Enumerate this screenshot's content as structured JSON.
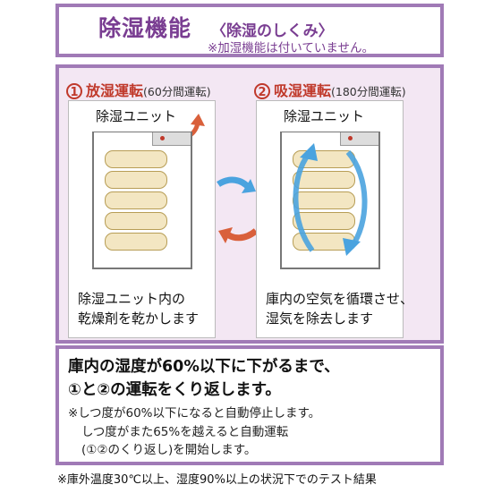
{
  "header": {
    "title": "除湿機能",
    "subtitle": "〈除湿のしくみ〉",
    "note": "※加湿機能は付いていません。"
  },
  "modes": [
    {
      "number": "1",
      "name": "放湿運転",
      "duration": "(60分間運転)",
      "unit_label": "除湿ユニット",
      "description": [
        "除湿ユニット内の",
        "乾燥剤を乾かします"
      ]
    },
    {
      "number": "2",
      "name": "吸湿運転",
      "duration": "(180分間運転)",
      "unit_label": "除湿ユニット",
      "description": [
        "庫内の空気を循環させ、",
        "湿気を除去します"
      ]
    }
  ],
  "summary": {
    "line1": "庫内の湿度が60%以下に下がるまで、",
    "line2": "①と②の運転をくり返します。",
    "note1": "※しつ度が60%以下になると自動停止します。",
    "note2": "しつ度がまた65%を越えると自動運転",
    "note3": "(①②のくり返し)を開始します。"
  },
  "footnote": "※庫外温度30℃以上、湿度90%以上の状況下でのテスト結果",
  "colors": {
    "frame": "#a07ab6",
    "title": "#7a3e92",
    "mode_red": "#c0392b",
    "arrow_blue": "#4aa3df",
    "arrow_orange": "#d9603b",
    "pad_fill": "#f3e6c2",
    "panel_bg": "#f3e7f3"
  }
}
